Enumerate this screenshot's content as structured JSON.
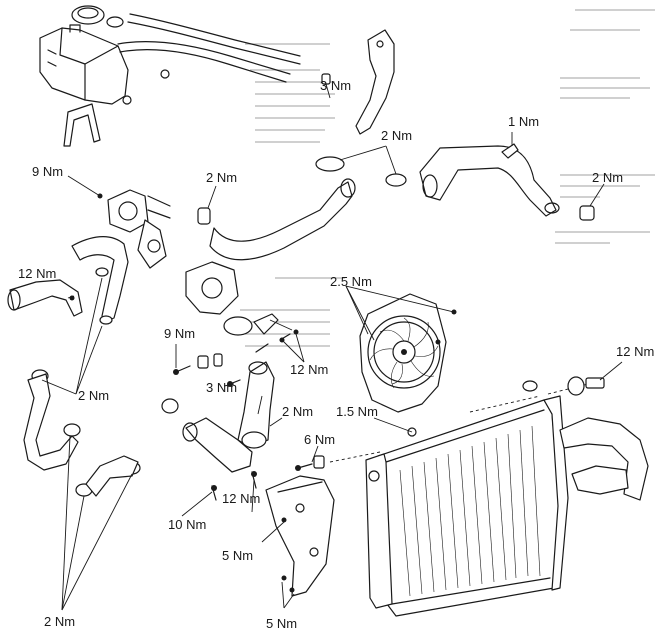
{
  "diagram": {
    "torque_labels": [
      {
        "id": "t-3nm-top",
        "text": "3 Nm"
      },
      {
        "id": "t-2nm-clamps-top",
        "text": "2 Nm"
      },
      {
        "id": "t-1nm",
        "text": "1 Nm"
      },
      {
        "id": "t-9nm-thermostat",
        "text": "9 Nm"
      },
      {
        "id": "t-2nm-mid",
        "text": "2 Nm"
      },
      {
        "id": "t-2nm-right",
        "text": "2 Nm"
      },
      {
        "id": "t-12nm-left",
        "text": "12 Nm"
      },
      {
        "id": "t-2-5nm",
        "text": "2.5 Nm"
      },
      {
        "id": "t-9nm-lower",
        "text": "9 Nm"
      },
      {
        "id": "t-12nm-center",
        "text": "12 Nm"
      },
      {
        "id": "t-12nm-right",
        "text": "12 Nm"
      },
      {
        "id": "t-2nm-leftclamps",
        "text": "2 Nm"
      },
      {
        "id": "t-3nm-lower",
        "text": "3 Nm"
      },
      {
        "id": "t-2nm-pipe",
        "text": "2 Nm"
      },
      {
        "id": "t-1-5nm",
        "text": "1.5 Nm"
      },
      {
        "id": "t-6nm",
        "text": "6 Nm"
      },
      {
        "id": "t-10nm",
        "text": "10 Nm"
      },
      {
        "id": "t-12nm-bottom",
        "text": "12 Nm"
      },
      {
        "id": "t-5nm-upper",
        "text": "5 Nm"
      },
      {
        "id": "t-2nm-bottom",
        "text": "2 Nm"
      },
      {
        "id": "t-5nm-bottom",
        "text": "5 Nm"
      }
    ]
  }
}
